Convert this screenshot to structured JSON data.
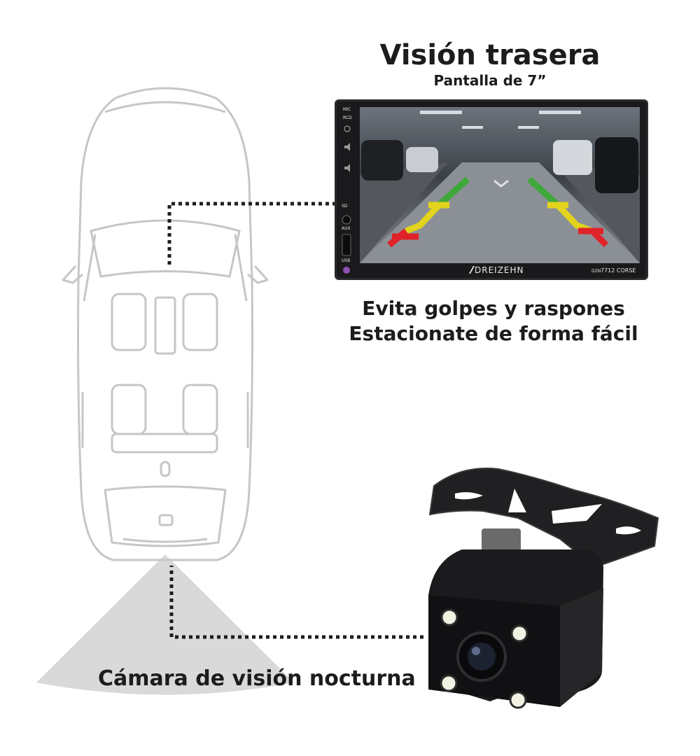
{
  "headline": {
    "title": "Visión trasera",
    "subtitle": "Pantalla de 7”"
  },
  "benefits": [
    "Evita golpes y raspones",
    "Estacionate de forma fácil"
  ],
  "camera_caption": "Cámara de visión nocturna",
  "stereo": {
    "brand": "DREIZEHN",
    "model": "7712 CORSE",
    "model_prefix": "DZN",
    "side_labels": {
      "mic": "MIC",
      "rcd": "RCD",
      "sd": "SD",
      "aux": "AUX",
      "usb": "USB"
    }
  },
  "colors": {
    "text": "#1c1c1c",
    "guide_green": "#3ea83a",
    "guide_yellow": "#e2d31c",
    "guide_red": "#e0232a",
    "car_outline": "#c8c8c8",
    "cone": "#d9d9d9"
  }
}
